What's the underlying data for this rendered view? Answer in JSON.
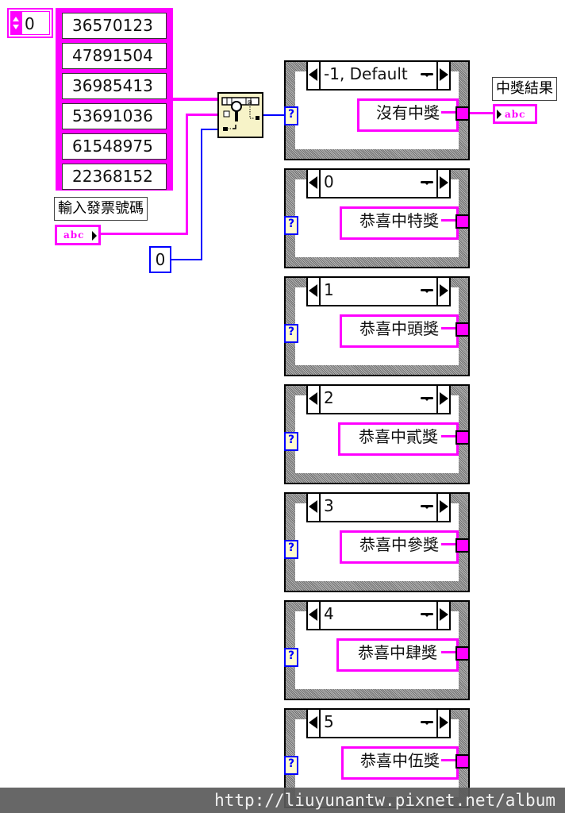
{
  "index_control": {
    "value": "0"
  },
  "array": {
    "elements": [
      "36570123",
      "47891504",
      "36985413",
      "53691036",
      "61548975",
      "22368152"
    ]
  },
  "input_label": "輸入發票號碼",
  "input_terminal": {
    "type_text": "abc"
  },
  "start_index_constant": "0",
  "search_function": {
    "name": "Search 1D Array",
    "icon": "search-1d-array-icon"
  },
  "result_label": "中獎結果",
  "result_terminal": {
    "type_text": "abc"
  },
  "case_selector_icon": "?",
  "cases": [
    {
      "selector": "-1, Default",
      "output": "沒有中獎"
    },
    {
      "selector": "0",
      "output": "恭喜中特獎"
    },
    {
      "selector": "1",
      "output": "恭喜中頭獎"
    },
    {
      "selector": "2",
      "output": "恭喜中貳獎"
    },
    {
      "selector": "3",
      "output": "恭喜中參獎"
    },
    {
      "selector": "4",
      "output": "恭喜中肆獎"
    },
    {
      "selector": "5",
      "output": "恭喜中伍獎"
    }
  ],
  "colors": {
    "string_wire": "#ff00ff",
    "numeric_wire": "#0000ff",
    "function_bg": "#f7f3c8"
  },
  "watermark": "http://liuyunantw.pixnet.net/album"
}
